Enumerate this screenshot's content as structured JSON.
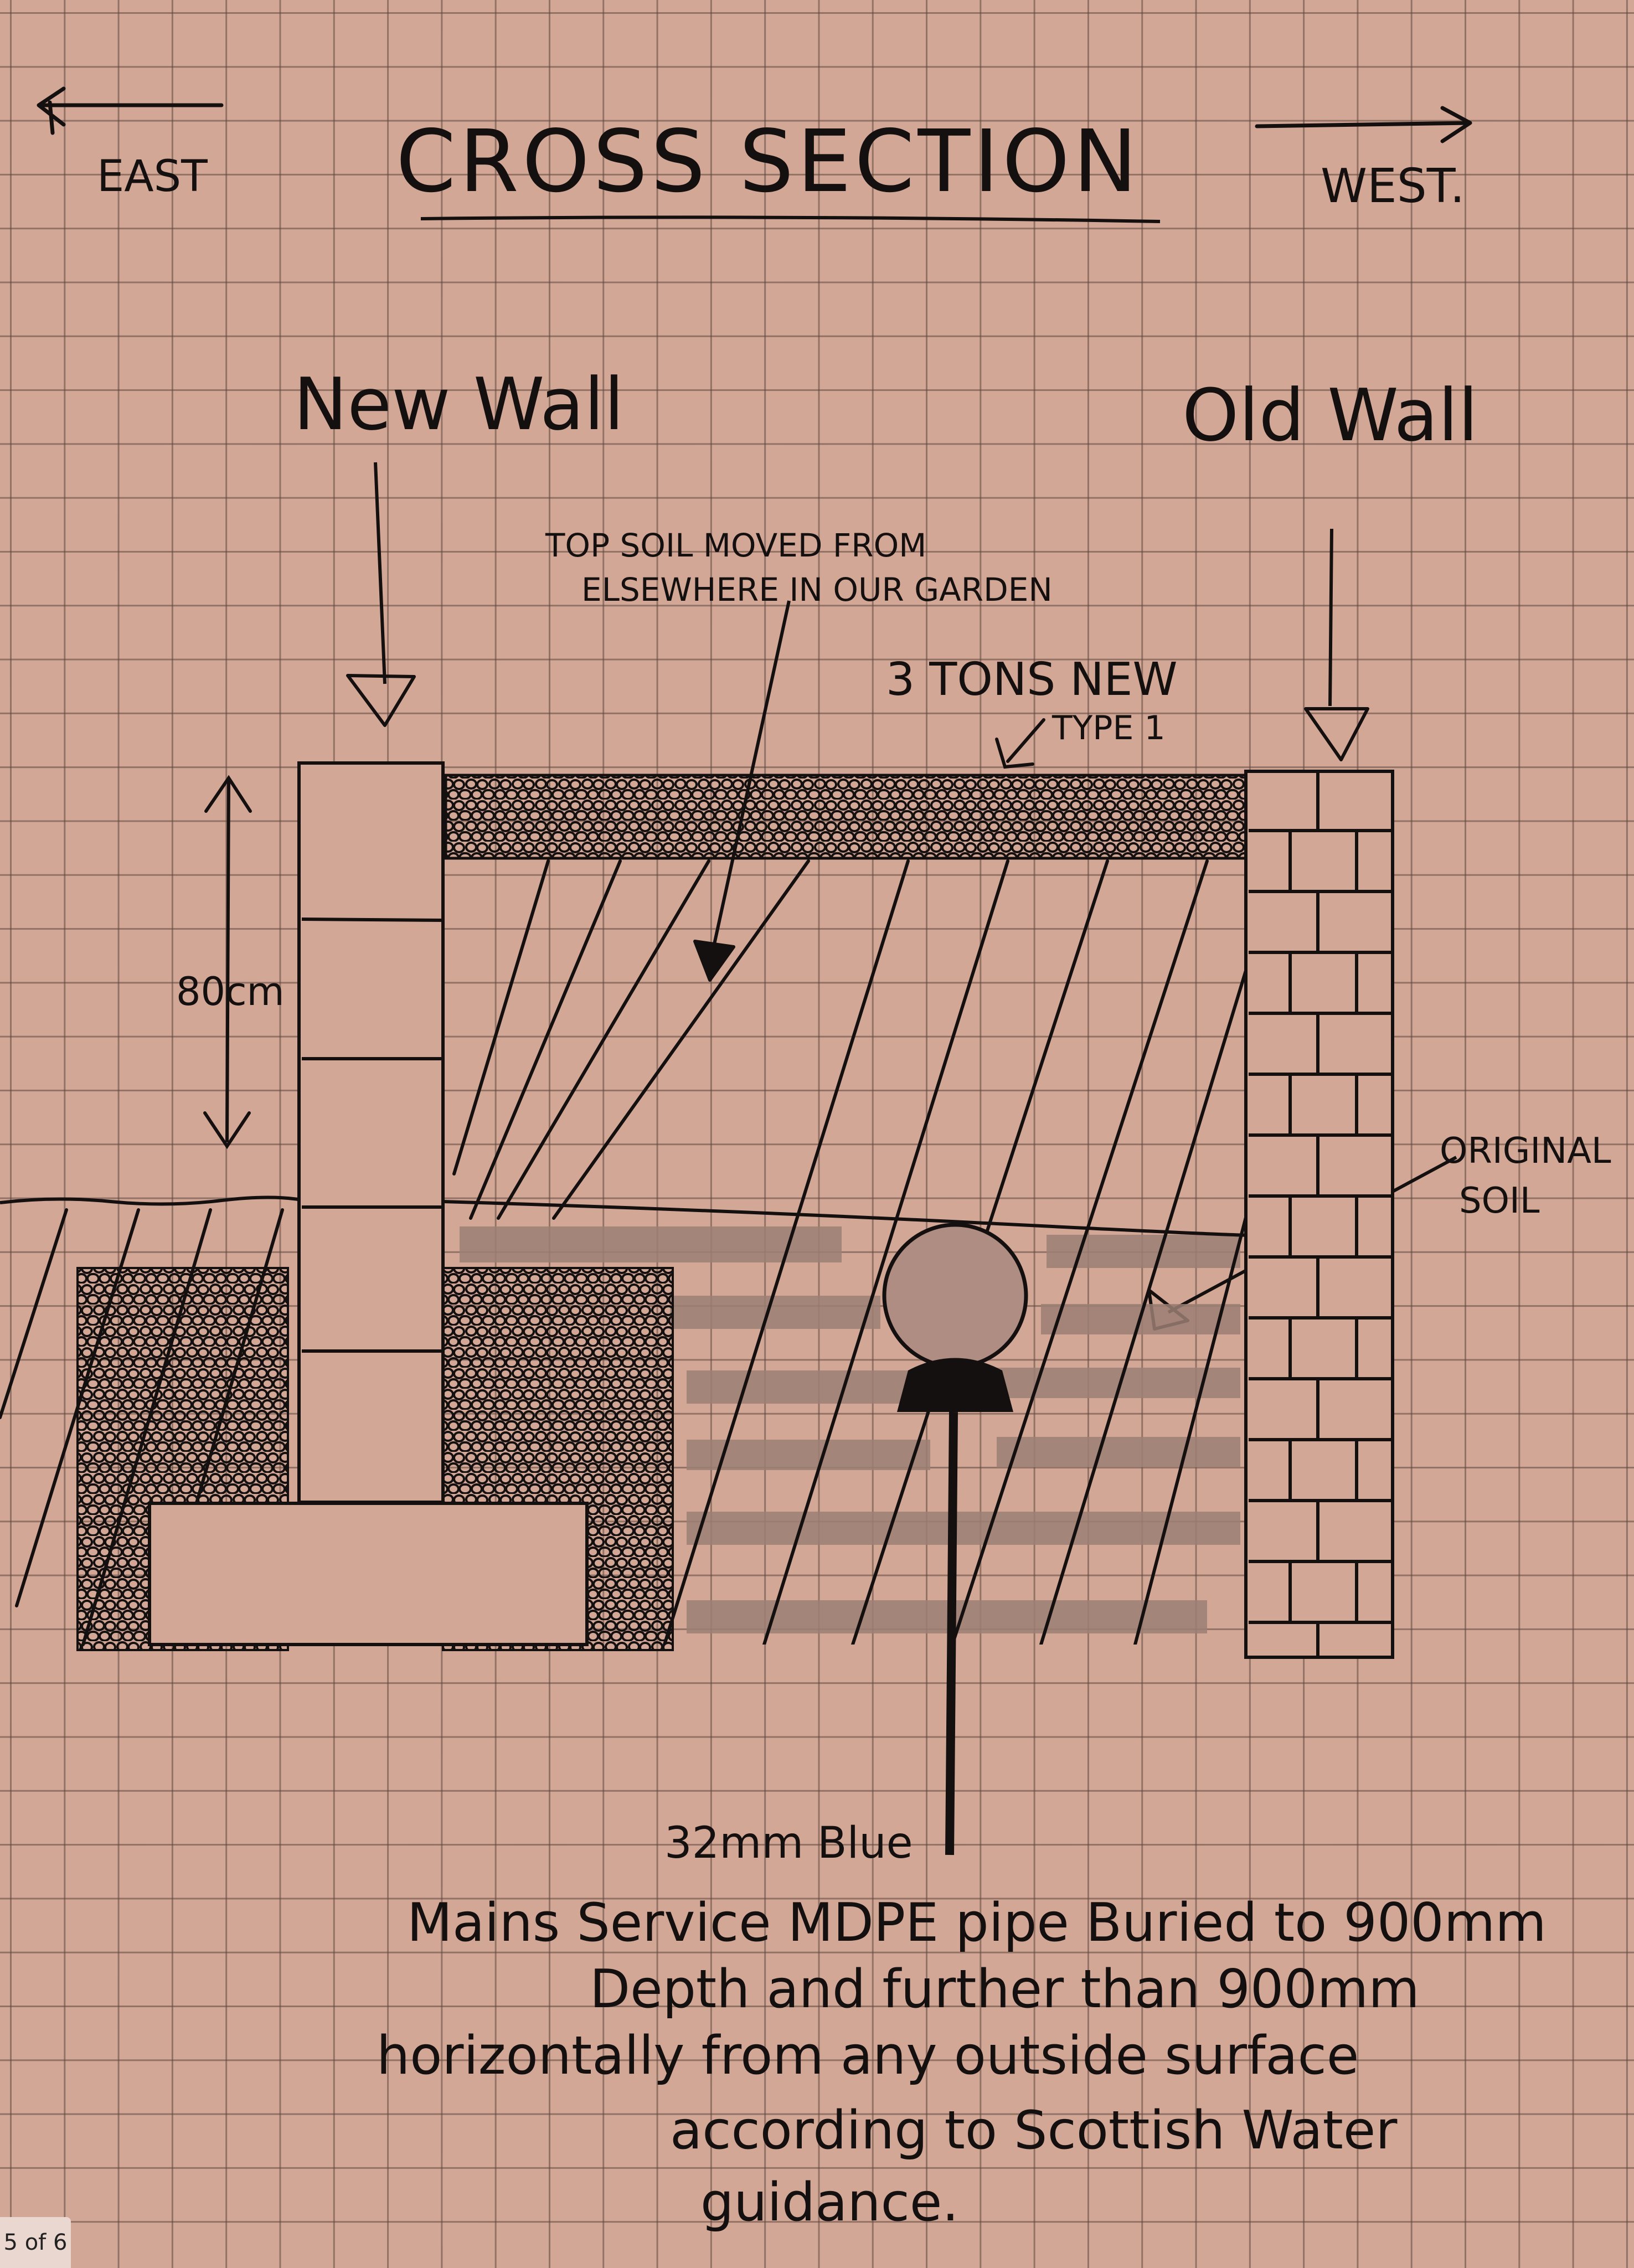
{
  "title": "CROSS SECTION",
  "directions": {
    "east": "EAST",
    "west": "WEST."
  },
  "labels": {
    "new_wall": "New Wall",
    "old_wall": "Old Wall",
    "topsoil_line1": "TOP SOIL MOVED FROM",
    "topsoil_line2": "ELSEWHERE IN OUR GARDEN",
    "type1_line1": "3 TONS NEW",
    "type1_line2": "TYPE 1",
    "height": "80cm",
    "original_soil_line1": "ORIGINAL",
    "original_soil_line2": "SOIL",
    "pipe_line0": "32mm Blue",
    "pipe_line1": "Mains Service MDPE pipe Buried to 900mm",
    "pipe_line2": "Depth and further than 900mm",
    "pipe_line3": "horizontally from any outside surface",
    "pipe_line4": "according to Scottish Water",
    "pipe_line5": "guidance."
  },
  "page_indicator": "5 of 6",
  "colors": {
    "paper": "#d2a796",
    "grid": "#5f463e",
    "ink": "#151010",
    "shade": "#9c7f74",
    "pipe": "#b08d82"
  }
}
